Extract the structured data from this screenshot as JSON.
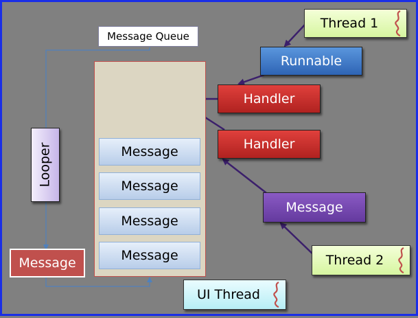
{
  "diagram": {
    "queue_title": "Message Queue",
    "queue_messages": [
      "Message",
      "Message",
      "Message",
      "Message"
    ],
    "looper_label": "Looper",
    "looper_message": "Message",
    "ui_thread_label": "UI Thread",
    "thread1_label": "Thread 1",
    "thread2_label": "Thread 2",
    "runnable_label": "Runnable",
    "handler1_label": "Handler",
    "handler2_label": "Handler",
    "worker_message": "Message"
  },
  "colors": {
    "frame": "#1a2ee6",
    "background": "#808080",
    "handler": "#c0504d",
    "runnable": "#2e64b4",
    "message_purple": "#643a9e",
    "thread": "#d6f5a0",
    "ui_thread": "#b7eef5",
    "queue": "#dcd6c2",
    "arrow": "#3b1f6b",
    "loop_line": "#4f81bd"
  }
}
